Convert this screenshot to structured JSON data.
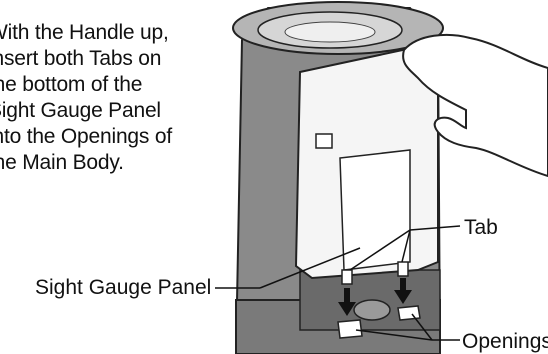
{
  "instruction": {
    "lines": [
      "With the Handle up,",
      "insert both Tabs on",
      "the bottom of the",
      "Sight Gauge Panel",
      "into the Openings of",
      "the Main Body."
    ]
  },
  "callouts": {
    "sight_gauge_panel": "Sight Gauge Panel",
    "tab": "Tab",
    "openings": "Openings"
  },
  "icons": {
    "arrows": "down-arrow-icon",
    "hand": "hand-illustration"
  }
}
